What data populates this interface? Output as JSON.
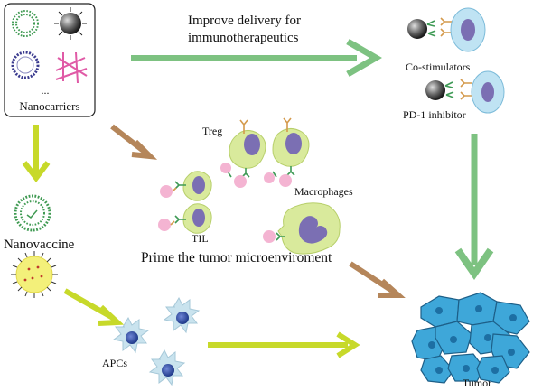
{
  "labels": {
    "nanocarriers": "Nanocarriers",
    "ellipsis": "...",
    "improve_delivery_line1": "Improve delivery  for",
    "improve_delivery_line2": "immunotherapeutics",
    "co_stimulators": "Co-stimulators",
    "pd1_inhibitor": "PD-1 inhibitor",
    "treg": "Treg",
    "macrophages": "Macrophages",
    "til": "TIL",
    "prime": "Prime the tumor microenviroment",
    "nanovaccine": "Nanovaccine",
    "apcs": "APCs",
    "tumor": "Tumor"
  },
  "colors": {
    "green_arrow": "#7dc281",
    "yellow_arrow": "#c7d92a",
    "brown_arrow": "#b5865a",
    "cell_fill": "#d9ea9c",
    "nucleus": "#7b6fb3",
    "tumor_cell": "#3ea7d9",
    "tumor_nucleus": "#1d6fa3",
    "apc_fill": "#c9e3ee",
    "apc_nucleus": "#2f4fa0",
    "receptor": "#d49a4c",
    "antibody_green": "#3e9a55",
    "ligand_pink": "#f4b4d2",
    "costim_cell": "#bfe3f3"
  }
}
